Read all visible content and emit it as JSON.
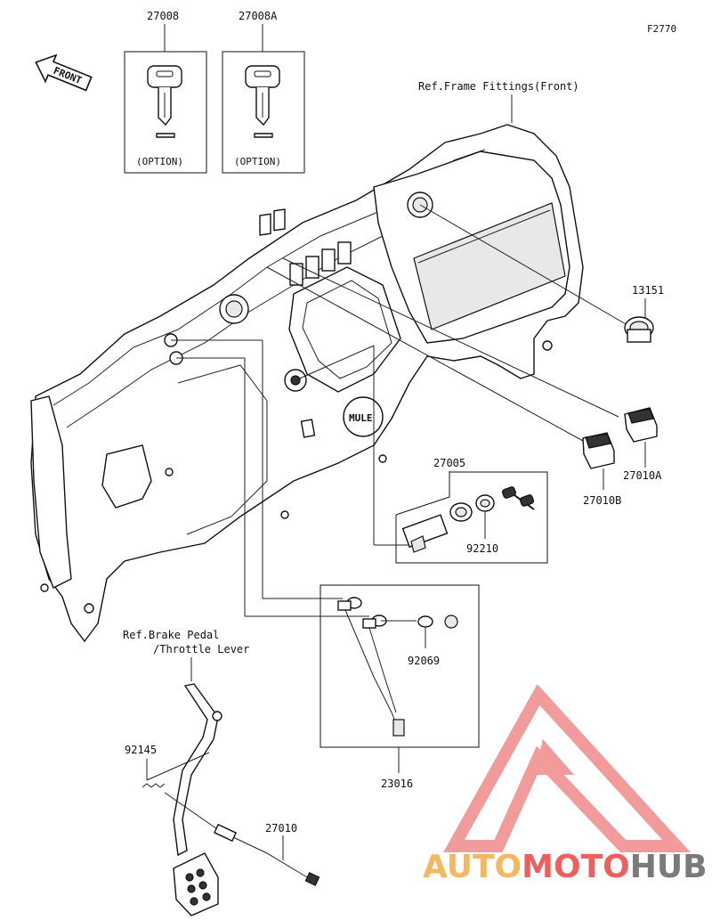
{
  "figure_code": "F2770",
  "front_arrow": "FRONT",
  "references": {
    "frame_fittings": "Ref.Frame Fittings(Front)",
    "brake_pedal_1": "Ref.Brake Pedal",
    "brake_pedal_2": "/Throttle Lever"
  },
  "parts": {
    "key_a": "27008",
    "key_b": "27008A",
    "key_a_option": "(OPTION)",
    "key_b_option": "(OPTION)",
    "socket": "13151",
    "switch_a": "27010A",
    "switch_b": "27010B",
    "ignition": "27005",
    "nut": "92210",
    "harness": "23016",
    "cap": "92069",
    "spring": "92145",
    "brake_switch": "27010"
  },
  "panel_text": {
    "logo": "MULE"
  },
  "watermark": {
    "part1": "AUTO",
    "part2": "MOTO",
    "part3": "HUB",
    "color_orange": "#f5a623",
    "color_red": "#ee4b4b",
    "color_gray": "#5a5a5a"
  }
}
